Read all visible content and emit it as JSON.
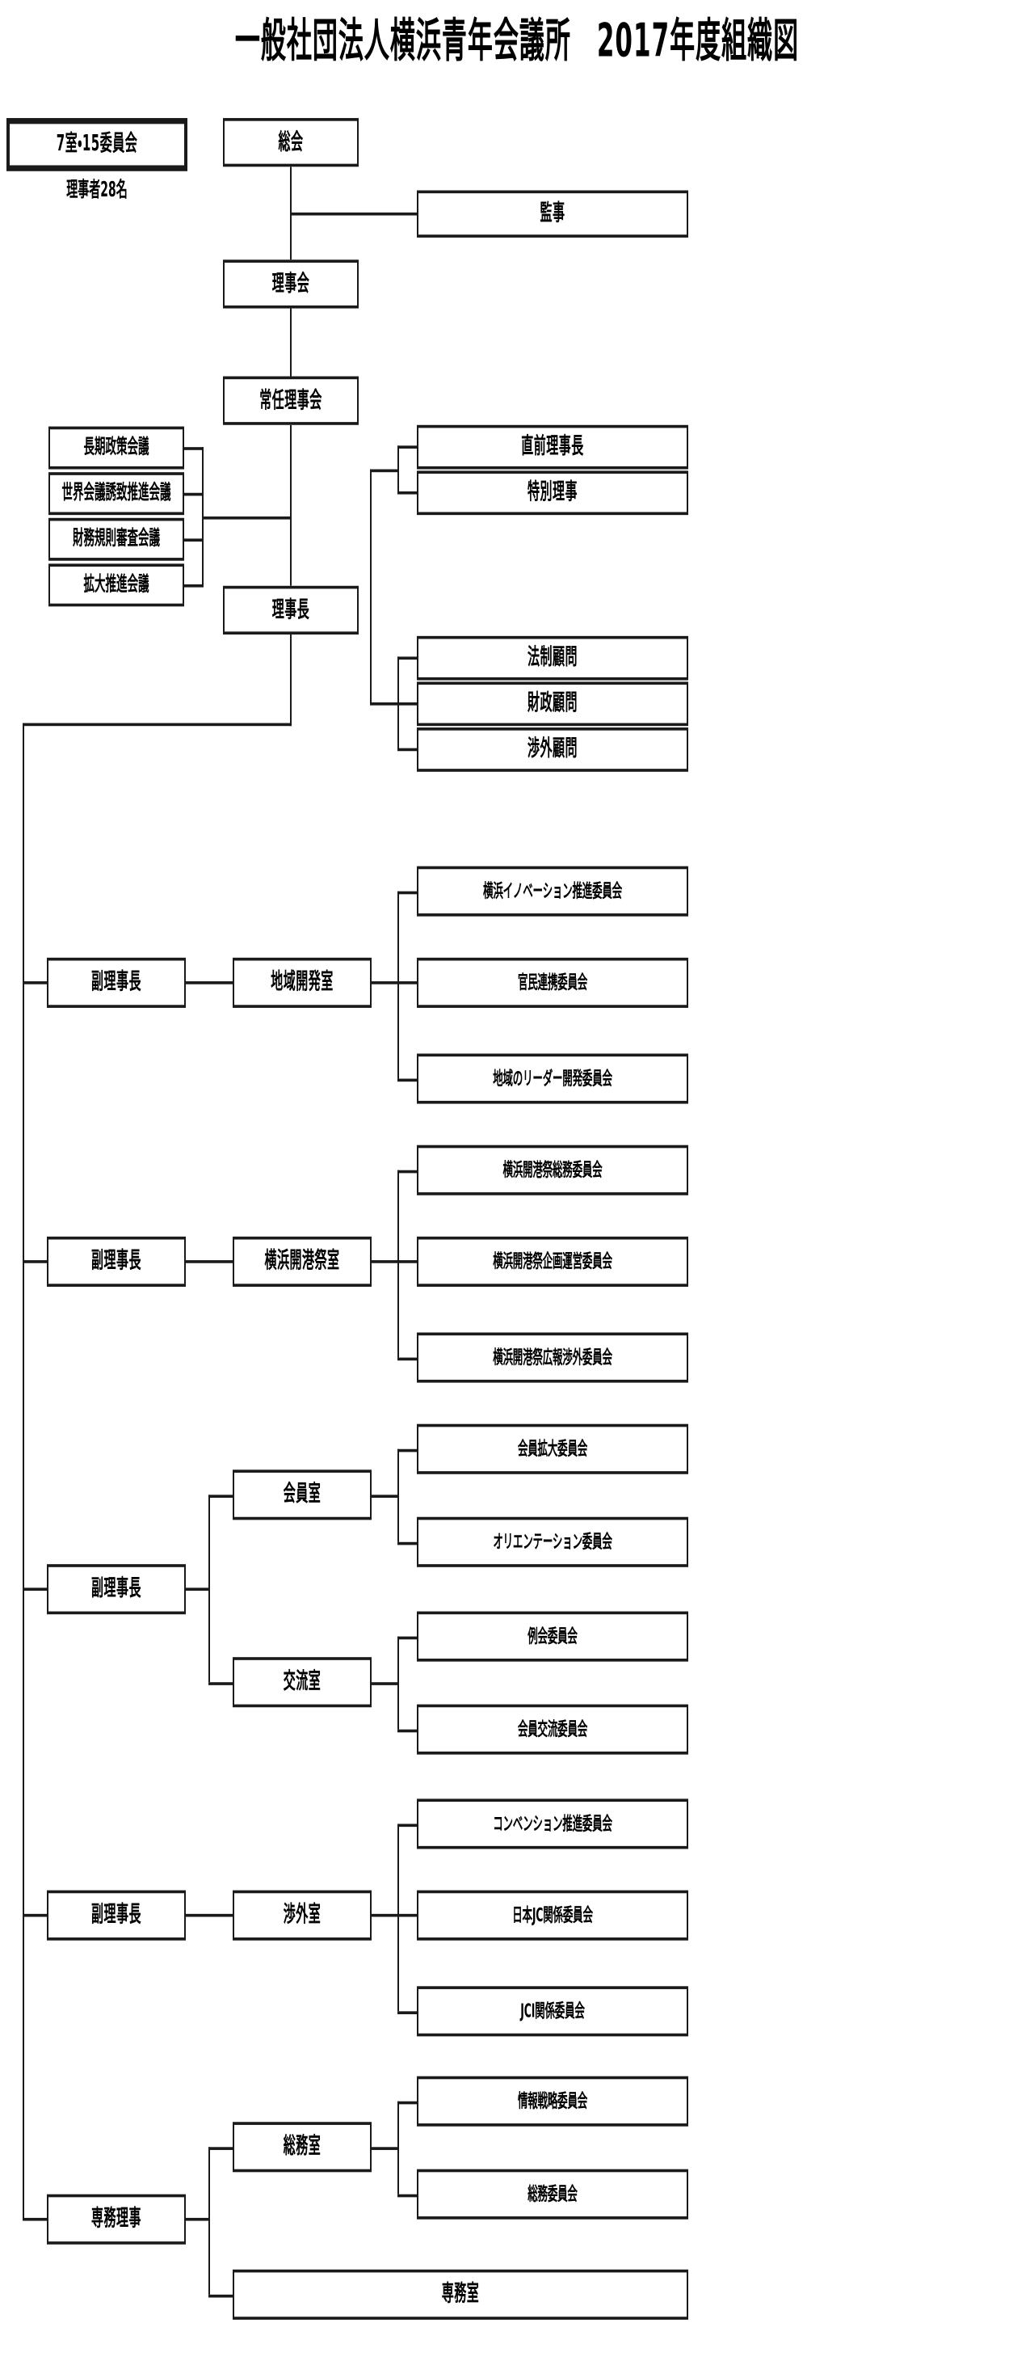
{
  "title": "一般社団法人横浜青年会議所　2017年度組織図",
  "colors": {
    "line": "#1a1a1a",
    "background": "#ffffff",
    "text": "#000000"
  },
  "legend": {
    "box_label": "7室・15委員会",
    "caption": "理事者28名"
  },
  "governance": {
    "general_meeting": "総会",
    "auditor": "監事",
    "board_of_directors": "理事会",
    "standing_board": "常任理事会",
    "president": "理事長"
  },
  "councils": [
    "長期政策会議",
    "世界会議誘致推進会議",
    "財務規則審査会議",
    "拡大推進会議"
  ],
  "special_officers": [
    "直前理事長",
    "特別理事"
  ],
  "advisors": [
    "法制顧問",
    "財政顧問",
    "渉外顧問"
  ],
  "divisions": [
    {
      "officer": "副理事長",
      "rooms": [
        {
          "name": "地域開発室",
          "committees": [
            "横浜イノベーション推進委員会",
            "官民連携委員会",
            "地域のリーダー開発委員会"
          ]
        }
      ]
    },
    {
      "officer": "副理事長",
      "rooms": [
        {
          "name": "横浜開港祭室",
          "committees": [
            "横浜開港祭総務委員会",
            "横浜開港祭企画運営委員会",
            "横浜開港祭広報渉外委員会"
          ]
        }
      ]
    },
    {
      "officer": "副理事長",
      "rooms": [
        {
          "name": "会員室",
          "committees": [
            "会員拡大委員会",
            "オリエンテーション委員会"
          ]
        },
        {
          "name": "交流室",
          "committees": [
            "例会委員会",
            "会員交流委員会"
          ]
        }
      ]
    },
    {
      "officer": "副理事長",
      "rooms": [
        {
          "name": "渉外室",
          "committees": [
            "コンベンション推進委員会",
            "日本JC関係委員会",
            "JCI関係委員会"
          ]
        }
      ]
    },
    {
      "officer": "専務理事",
      "rooms": [
        {
          "name": "総務室",
          "committees": [
            "情報戦略委員会",
            "総務委員会"
          ]
        },
        {
          "name": "専務室",
          "committees": []
        }
      ]
    }
  ]
}
